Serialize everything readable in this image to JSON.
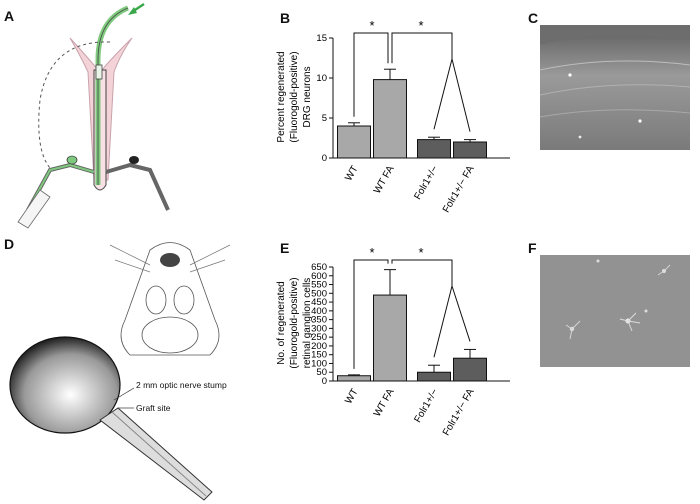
{
  "panels": {
    "A": "A",
    "B": "B",
    "C": "C",
    "D": "D",
    "E": "E",
    "F": "F"
  },
  "d_annotations": {
    "stump": "2 mm optic nerve stump",
    "graft": "Graft site"
  },
  "colors": {
    "bar_light": "#a8a8a8",
    "bar_dark": "#5d5d5d",
    "arrow": "#3aa84a",
    "nerve_green": "#7fc97f",
    "pink": "#f3d2d8"
  },
  "chart_data": [
    {
      "type": "bar",
      "panel": "B",
      "ylabel_lines": [
        "Percent regenerated",
        "(Fluorogold-positive)",
        "DRG neurons"
      ],
      "ylim": [
        0,
        15
      ],
      "yticks": [
        0,
        5,
        10,
        15
      ],
      "categories": [
        "WT",
        "WT FA",
        "Folr1+/−",
        "Folr1+/− FA"
      ],
      "values": [
        4.0,
        9.8,
        2.3,
        2.0
      ],
      "errors": [
        0.4,
        1.3,
        0.3,
        0.3
      ],
      "significance": [
        "*",
        "*"
      ]
    },
    {
      "type": "bar",
      "panel": "E",
      "ylabel_lines": [
        "No. of regenerated",
        "(Fluorogold-positive)",
        "retinal ganglion cells"
      ],
      "ylim": [
        0,
        650
      ],
      "yticks": [
        0,
        50,
        100,
        150,
        200,
        250,
        300,
        350,
        400,
        450,
        500,
        550,
        600,
        650
      ],
      "categories": [
        "WT",
        "WT FA",
        "Folr1+/−",
        "Folr1+/− FA"
      ],
      "values": [
        30,
        490,
        50,
        130
      ],
      "errors": [
        5,
        145,
        40,
        50
      ],
      "significance": [
        "*",
        "*"
      ]
    }
  ]
}
